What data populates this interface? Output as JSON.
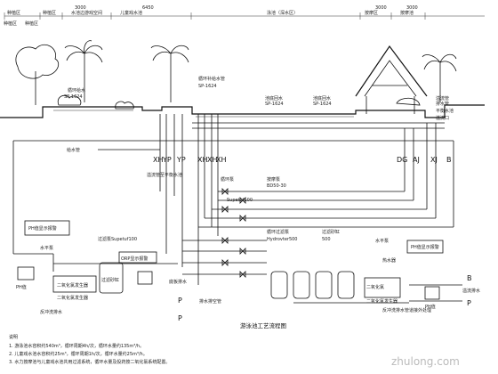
{
  "zones": [
    "种植区",
    "种植区",
    "水池边游戏空间",
    "儿童戏水池",
    "泳池（深水区）",
    "按摩区",
    "按摩池"
  ],
  "left_zones": [
    "种植区",
    "种植区"
  ],
  "dims": [
    "3000",
    "6450",
    "3000",
    "3000"
  ],
  "equip": [
    "循环给水",
    "SP-1624",
    "循环补给水管",
    "SP-1624",
    "池底回水",
    "SP-1624",
    "池底回水",
    "SP-1624",
    "溢流管",
    "排水管",
    "平衡水池",
    "溢流口"
  ],
  "pipes_left": [
    "XH",
    "YP",
    "YP",
    "XH",
    "XH",
    "XH"
  ],
  "pipes_right": [
    "DG",
    "AJ",
    "XJ",
    "B"
  ],
  "labels": {
    "supply": "给水管",
    "balance": "溢流管至平衡水池",
    "pump1": "循环泵",
    "pump1_model": "Supetuf100",
    "pump2": "按摩泵",
    "pump2_model": "BD50-30",
    "filter_pump": "循环过滤泵",
    "filter_model": "Hydrovter500",
    "filter_group": "过滤砂缸",
    "filter_group_model": "500"
  },
  "left_equip": {
    "ph_alarm": "PH值显示报警",
    "ph_tank": "PH值",
    "ozone": "二氧化氯发生器",
    "chlorine": "二氧化氯发生器",
    "filter": "过滤砂缸",
    "orp_alarm": "ORP显示报警",
    "filter_model": "过滤泵Supetuf100",
    "water_pump": "水平泵",
    "backwash": "反冲洗排水",
    "drain": "底板排水",
    "air": "排水排空管"
  },
  "right_equip": {
    "ph_alarm": "PH值显示报警",
    "ozone": "二氧化氯",
    "chlorine": "二氧化氯发生器",
    "ph_tank": "PH值",
    "water_pump": "水平泵",
    "heater": "热水器",
    "overflow": "溢流排水",
    "backwash": "反冲洗排水管道接外处理"
  },
  "codes": {
    "p1": "P",
    "p2": "P",
    "p3": "P",
    "b": "B"
  },
  "title": "游泳池工艺流程图",
  "notes": {
    "heading": "说明",
    "lines": [
      "1. 游泳池水容积约540m³，循环周期4h/次，循环水量约135m³/h。",
      "2. 儿童戏水池水容积约25m³，循环周期1h/次，循环水量约25m³/h。",
      "3. 水力按摩池与儿童戏水池共用过滤系统，循环水量及投药按二氧化氯系统配置。"
    ]
  }
}
